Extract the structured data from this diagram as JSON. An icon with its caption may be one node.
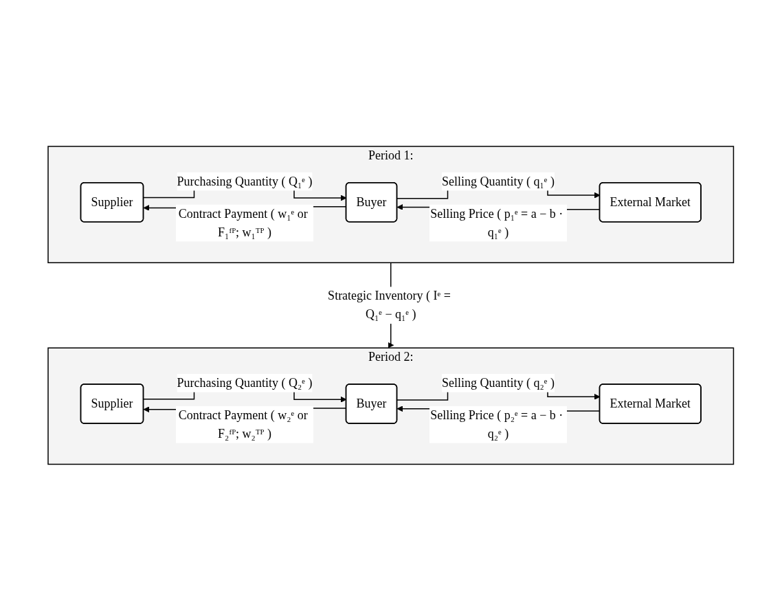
{
  "diagram": {
    "nodes": [
      {
        "text": [
          "Period 1:"
        ]
      },
      {
        "text": [
          "Supplier"
        ],
        "in": 0
      },
      {
        "text": [
          "Buyer"
        ],
        "in": 0
      },
      {
        "text": [
          "External Market"
        ],
        "in": 0
      },
      {
        "text": [
          "Period 2:"
        ]
      },
      {
        "text": [
          "Supplier"
        ],
        "in": 4
      },
      {
        "text": [
          "Buyer"
        ],
        "in": 4
      },
      {
        "text": [
          "External Market"
        ],
        "in": 4
      }
    ],
    "edges": [
      {
        "from": 1,
        "to": 2,
        "arrow": "to",
        "label": "Purchasing Quantity ( Q₁ᵉ )"
      },
      {
        "from": 2,
        "to": 1,
        "arrow": "to",
        "label": "Contract Payment ( w₁ᵉ or F₁ᶠᴾ; w₁ᵀᴾ )"
      },
      {
        "from": 2,
        "to": 3,
        "arrow": "to",
        "label": "Selling Quantity ( q₁ᵉ )"
      },
      {
        "from": 3,
        "to": 2,
        "arrow": "to",
        "label": "Selling Price ( p₁ᵉ = a − b · q₁ᵉ )"
      },
      {
        "from": 0,
        "to": 4,
        "arrow": "to",
        "label": "Strategic Inventory ( Iᵉ = Q₁ᵉ − q₁ᵉ )"
      },
      {
        "from": 5,
        "to": 6,
        "arrow": "to",
        "label": "Purchasing Quantity ( Q₂ᵉ )"
      },
      {
        "from": 6,
        "to": 5,
        "arrow": "to",
        "label": "Contract Payment ( w₂ᵉ or F₂ᶠᴾ; w₂ᵀᴾ )"
      },
      {
        "from": 6,
        "to": 7,
        "arrow": "to",
        "label": "Selling Quantity ( q₂ᵉ )"
      },
      {
        "from": 7,
        "to": 6,
        "arrow": "to",
        "label": "Selling Price ( p₂ᵉ = a − b · q₂ᵉ )"
      }
    ]
  }
}
